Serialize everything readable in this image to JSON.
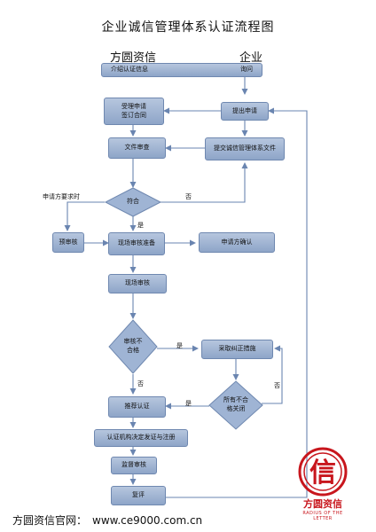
{
  "title": "企业诚信管理体系认证流程图",
  "headings": {
    "left": "方圆资信",
    "right": "企业"
  },
  "banner": {
    "left": "介绍认证信息",
    "right": "询问"
  },
  "boxes": {
    "accept": "受理申请\n签订合同",
    "submit": "提出申请",
    "doc_review": "文件审查",
    "submit_docs": "提交诚信管理体系文件",
    "pre_audit": "预审核",
    "site_prep": "现场审核准备",
    "applicant_confirm": "申请方确认",
    "site_audit": "现场审核",
    "corrective": "采取纠正措施",
    "recommend": "推荐认证",
    "decision": "认证机构决定发证与注册",
    "supervision": "监督审核",
    "review": "复评"
  },
  "decisions": {
    "conform": "符合",
    "nonconform": "审核不\n合格",
    "all_closed": "所有不合\n格关闭"
  },
  "edge_labels": {
    "applicant_requires": "申请方要求时",
    "no_1": "否",
    "yes_1": "是",
    "yes_2": "是",
    "no_2": "否",
    "yes_3": "是",
    "no_3": "否"
  },
  "logo": {
    "char": "信",
    "name": "方圆资信",
    "tagline": "RADIUS OF THE LETTER"
  },
  "footer": {
    "label": "方圆资信官网：",
    "url": "www.ce9000.com.cn"
  },
  "colors": {
    "box_fill": "#9fb4d4",
    "box_border": "#6f88b0",
    "connector": "#6a85b0",
    "logo_red": "#c8161d"
  }
}
